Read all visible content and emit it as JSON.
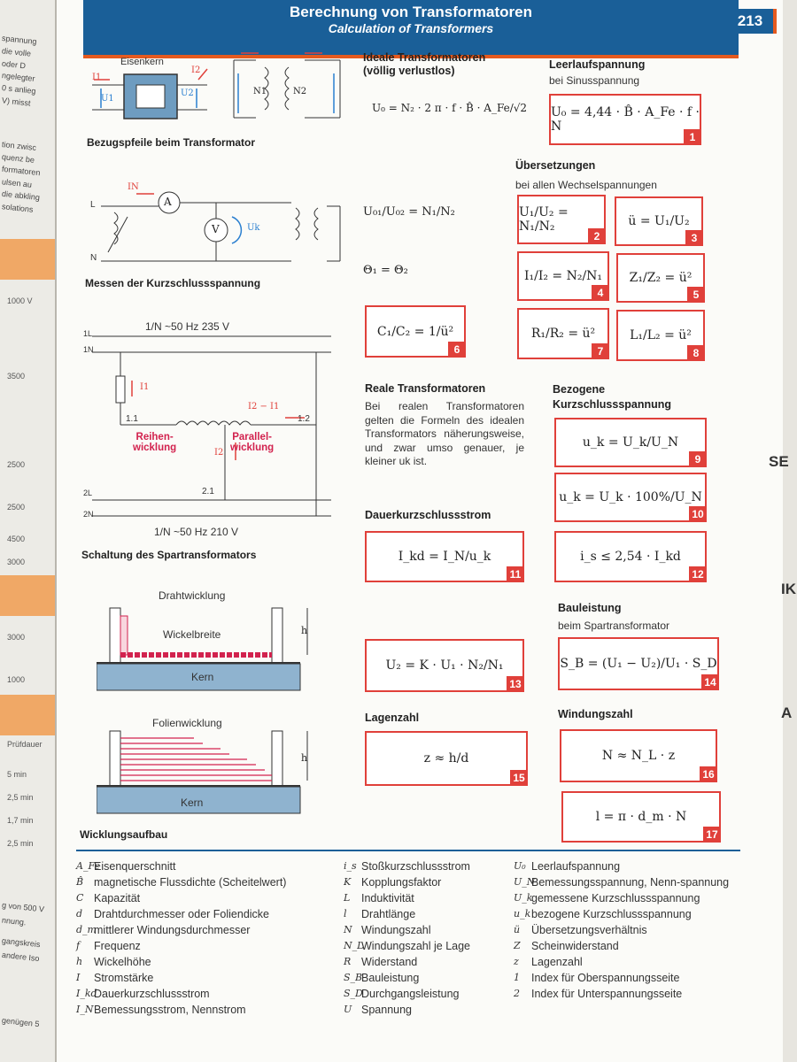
{
  "page": {
    "title_de": "Berechnung von Transformatoren",
    "title_en": "Calculation of Transformers",
    "page_number": "213",
    "side_labels": [
      "SE",
      "IK",
      "A"
    ]
  },
  "left_page": {
    "fragments": [
      "spannung",
      "die volle",
      "oder D",
      "ngelegter",
      "0 s anlieg",
      "V) misst",
      "tion zwisc",
      "quenz be",
      "formatoren",
      "ulsen au",
      "die abkling",
      "solations"
    ],
    "values": [
      "1000 V",
      "3500",
      "2500",
      "2500",
      "4500",
      "3000",
      "3000",
      "1000",
      "Prüfdauer",
      "5 min",
      "2,5 min",
      "1,7 min",
      "2,5 min",
      "g von 500 V",
      "nnung.",
      "gangskreis",
      "andere Iso",
      "genügen 5"
    ]
  },
  "diagrams": {
    "iron_core": {
      "label": "Eisenkern",
      "caption": "Bezugspfeile beim Transformator",
      "symbols": [
        "I1",
        "U1",
        "U2",
        "I2",
        "N1",
        "N2"
      ]
    },
    "short_circuit": {
      "caption": "Messen der Kurzschlussspannung",
      "symbols": [
        "L",
        "N",
        "IN",
        "A",
        "V",
        "Uk"
      ]
    },
    "auto": {
      "caption": "Schaltung des Spartransformators",
      "top": "1/N ~50 Hz 235 V",
      "bottom": "1/N ~50 Hz 210 V",
      "series": "Reihen-\nwicklung",
      "parallel": "Parallel-\nwicklung",
      "symbols": [
        "1L",
        "1N",
        "I1",
        "1.1",
        "1.2",
        "I2 − I1",
        "I2",
        "2.1",
        "2L",
        "2N"
      ]
    },
    "wire": {
      "title": "Drahtwicklung",
      "width": "Wickelbreite",
      "core": "Kern",
      "h": "h"
    },
    "foil": {
      "title": "Folienwicklung",
      "core": "Kern",
      "h": "h"
    },
    "structure_caption": "Wicklungsaufbau"
  },
  "sections": {
    "ideal": {
      "title": "Ideale Transformatoren",
      "subtitle": "(völlig verlustlos)",
      "u0": "U₀ = N₂ · 2 π · f · B̂ · A_Fe/√2",
      "ratio": "U₀₁/U₀₂ = N₁/N₂",
      "theta": "Θ₁ = Θ₂"
    },
    "idle": {
      "title": "Leerlaufspannung",
      "subtitle": "bei Sinusspannung"
    },
    "trans": {
      "title": "Übersetzungen",
      "subtitle": "bei allen Wechselspannungen"
    },
    "real": {
      "title": "Reale Transformatoren",
      "text": "Bei realen Transformatoren gelten die Formeln des idealen Transformators näherungsweise, und zwar umso genauer, je kleiner uk ist."
    },
    "related": {
      "title": "Bezogene\nKurzschlussspannung"
    },
    "sustained": {
      "title": "Dauerkurzschlussstrom"
    },
    "rating": {
      "title": "Bauleistung",
      "subtitle": "beim Spartransformator"
    },
    "layers": {
      "title": "Lagenzahl"
    },
    "turns": {
      "title": "Windungszahl"
    }
  },
  "formulas": [
    {
      "n": "1",
      "text": "U₀ = 4,44 · B̂ · A_Fe · f · N"
    },
    {
      "n": "2",
      "text": "U₁/U₂ = N₁/N₂"
    },
    {
      "n": "3",
      "text": "ü = U₁/U₂"
    },
    {
      "n": "4",
      "text": "I₁/I₂ = N₂/N₁"
    },
    {
      "n": "5",
      "text": "Z₁/Z₂ = ü²"
    },
    {
      "n": "6",
      "text": "C₁/C₂ = 1/ü²"
    },
    {
      "n": "7",
      "text": "R₁/R₂ = ü²"
    },
    {
      "n": "8",
      "text": "L₁/L₂ = ü²"
    },
    {
      "n": "9",
      "text": "u_k = U_k/U_N"
    },
    {
      "n": "10",
      "text": "u_k = U_k · 100%/U_N"
    },
    {
      "n": "11",
      "text": "I_kd = I_N/u_k"
    },
    {
      "n": "12",
      "text": "i_s ≤ 2,54 · I_kd"
    },
    {
      "n": "13",
      "text": "U₂ = K · U₁ · N₂/N₁"
    },
    {
      "n": "14",
      "text": "S_B = (U₁ − U₂)/U₁ · S_D"
    },
    {
      "n": "15",
      "text": "z ≈ h/d"
    },
    {
      "n": "16",
      "text": "N ≈ N_L · z"
    },
    {
      "n": "17",
      "text": "l = π · d_m · N"
    }
  ],
  "legend": {
    "col1": [
      {
        "sym": "A_Fe",
        "text": "Eisenquerschnitt"
      },
      {
        "sym": "B̂",
        "text": "magnetische Flussdichte (Scheitelwert)"
      },
      {
        "sym": "C",
        "text": "Kapazität"
      },
      {
        "sym": "d",
        "text": "Drahtdurchmesser oder Foliendicke"
      },
      {
        "sym": "d_m",
        "text": "mittlerer Windungsdurchmesser"
      },
      {
        "sym": "f",
        "text": "Frequenz"
      },
      {
        "sym": "h",
        "text": "Wickelhöhe"
      },
      {
        "sym": "I",
        "text": "Stromstärke"
      },
      {
        "sym": "I_kd",
        "text": "Dauerkurzschlussstrom"
      },
      {
        "sym": "I_N",
        "text": "Bemessungsstrom, Nennstrom"
      }
    ],
    "col2": [
      {
        "sym": "i_s",
        "text": "Stoßkurzschlussstrom"
      },
      {
        "sym": "K",
        "text": "Kopplungsfaktor"
      },
      {
        "sym": "L",
        "text": "Induktivität"
      },
      {
        "sym": "l",
        "text": "Drahtlänge"
      },
      {
        "sym": "N",
        "text": "Windungszahl"
      },
      {
        "sym": "N_L",
        "text": "Windungszahl je Lage"
      },
      {
        "sym": "R",
        "text": "Widerstand"
      },
      {
        "sym": "S_B",
        "text": "Bauleistung"
      },
      {
        "sym": "S_D",
        "text": "Durchgangsleistung"
      },
      {
        "sym": "U",
        "text": "Spannung"
      }
    ],
    "col3": [
      {
        "sym": "U₀",
        "text": "Leerlaufspannung"
      },
      {
        "sym": "U_N",
        "text": "Bemessungsspannung, Nenn-spannung"
      },
      {
        "sym": "U_k",
        "text": "gemessene Kurzschlussspannung"
      },
      {
        "sym": "u_k",
        "text": "bezogene Kurzschlussspannung"
      },
      {
        "sym": "ü",
        "text": "Übersetzungsverhältnis"
      },
      {
        "sym": "Z",
        "text": "Scheinwiderstand"
      },
      {
        "sym": "z",
        "text": "Lagenzahl"
      },
      {
        "sym": "1",
        "text": "Index für Oberspannungsseite"
      },
      {
        "sym": "2",
        "text": "Index für Unterspannungsseite"
      }
    ]
  },
  "colors": {
    "header": "#1a5f98",
    "accent": "#e0403a",
    "orange": "#e55a1f"
  }
}
